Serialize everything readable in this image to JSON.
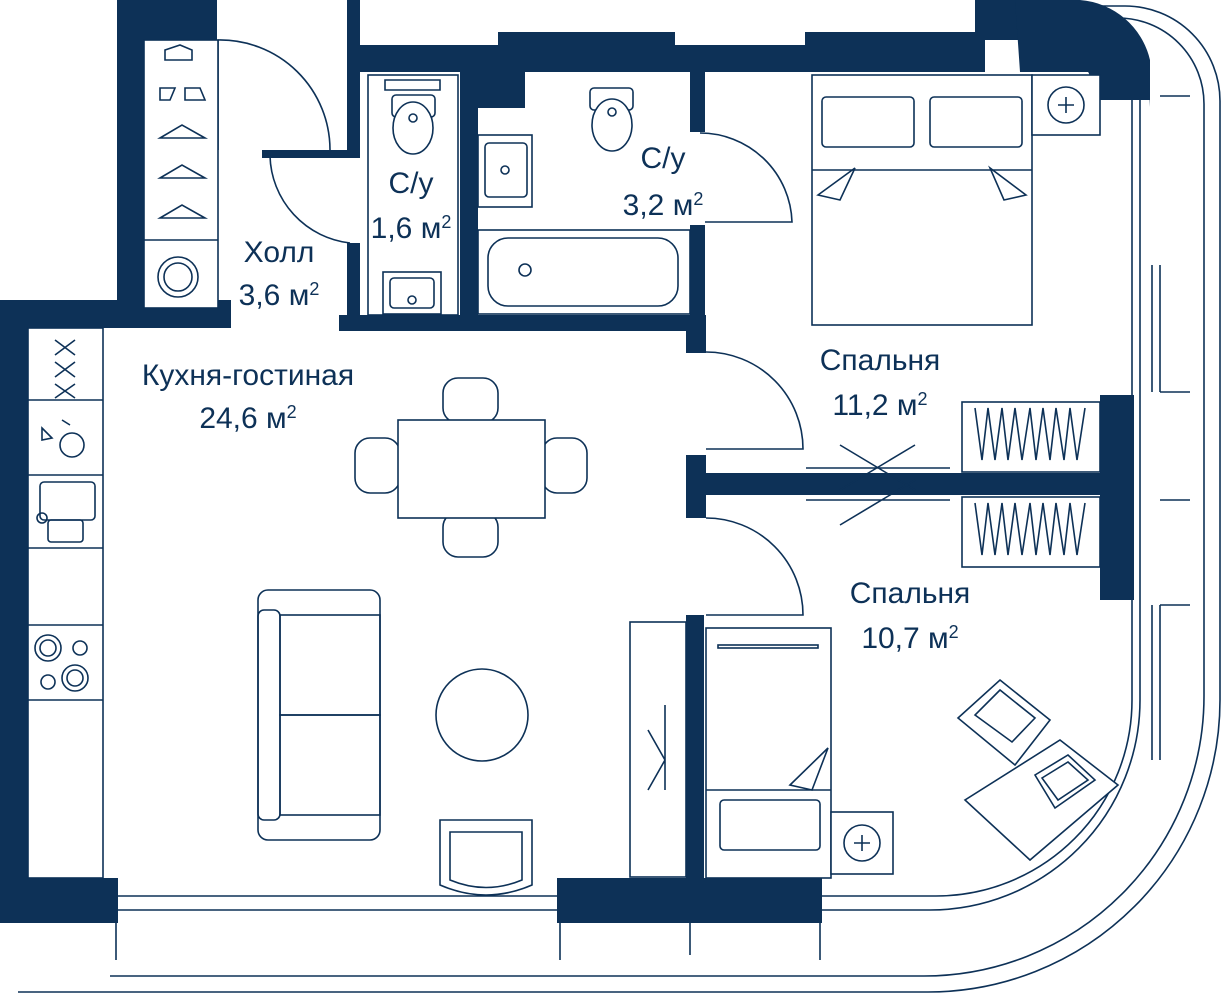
{
  "colors": {
    "wall": "#0d3157",
    "background": "#ffffff"
  },
  "rooms": [
    {
      "id": "hall",
      "name": "Холл",
      "area": "3,6 м",
      "sup": "2"
    },
    {
      "id": "wc1",
      "name": "С/у",
      "area": "1,6 м",
      "sup": "2"
    },
    {
      "id": "wc2",
      "name": "С/у",
      "area": "3,2 м",
      "sup": "2"
    },
    {
      "id": "kitchen-living",
      "name": "Кухня-гостиная",
      "area": "24,6 м",
      "sup": "2"
    },
    {
      "id": "bedroom1",
      "name": "Спальня",
      "area": "11,2 м",
      "sup": "2"
    },
    {
      "id": "bedroom2",
      "name": "Спальня",
      "area": "10,7 м",
      "sup": "2"
    }
  ],
  "icons": [
    "wardrobe-icon",
    "bed-icon",
    "toilet-icon",
    "sink-icon",
    "bathtub-icon",
    "stove-icon",
    "sofa-icon",
    "table-icon",
    "chair-icon",
    "washing-machine-icon",
    "desk-icon",
    "laptop-icon"
  ]
}
